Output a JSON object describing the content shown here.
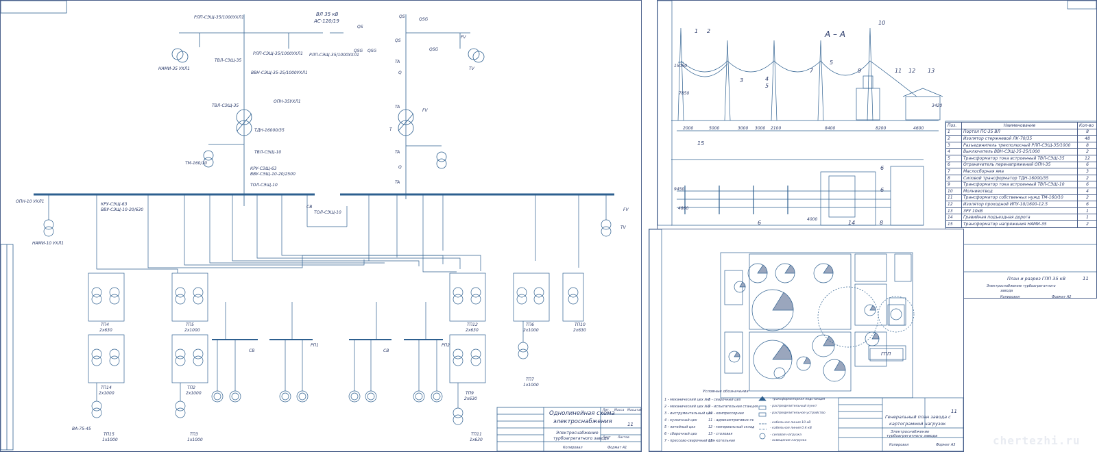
{
  "sheet1": {
    "title_top": "ВЛ 35 кВ",
    "title_sub": "АС-120/19",
    "labels": {
      "rlp_top": "РЛП-СЭЩ-35/1000УХЛ1",
      "rlp_mid": "РЛП-СЭЩ-35/1000УХЛ1",
      "rlp_right": "РЛП-СЭЩ-35/1000УХЛ1",
      "nami35": "НАМИ-35 УХЛ1",
      "tvl35": "ТВЛ-СЭЩ-35",
      "vvn": "ВВН-СЭЩ-35-25/1000УХЛ1",
      "tvl35b": "ТВЛ-СЭЩ-35",
      "opn35": "ОПН-35УХЛ1",
      "tdn": "ТДН-16000/35",
      "tvl10": "ТВЛ-СЭЩ-10",
      "tm160": "ТМ-160/10",
      "kru": "КРУ-СЭЩ-63",
      "vvu": "ВВУ-СЭЩ-10-20/2500",
      "tol10": "ТОЛ-СЭЩ-10",
      "opn10": "ОПН-10 УХЛ1",
      "nami10": "НАМИ-10 УХЛ1",
      "kru2": "КРУ-СЭЩ-63",
      "vvu2": "ВВУ-СЭЩ-10-20/630",
      "sv": "СВ",
      "tol10b": "ТОЛ-СЭЩ-10",
      "qs": "QS",
      "qsg": "QSG",
      "fv": "FV",
      "tv": "TV",
      "ta": "TA",
      "q": "Q",
      "t": "T"
    },
    "substations": [
      {
        "name": "ТП4",
        "rating": "2х630"
      },
      {
        "name": "ТП5",
        "rating": "2х1000"
      },
      {
        "name": "ТП6",
        "rating": "2х1000"
      },
      {
        "name": "ТП10",
        "rating": "2х630"
      },
      {
        "name": "ТП12",
        "rating": "2х630"
      },
      {
        "name": "ТП2",
        "rating": "2х1000"
      },
      {
        "name": "ТП14",
        "rating": "2х1000"
      },
      {
        "name": "ТП9",
        "rating": "2х630"
      },
      {
        "name": "ТП7",
        "rating": "1х1000"
      },
      {
        "name": "ТП3",
        "rating": "1х1000"
      },
      {
        "name": "ТП15",
        "rating": "1х1000"
      },
      {
        "name": "ТП11",
        "rating": "1х630"
      }
    ],
    "rp1": "РП1",
    "rp2": "РП2",
    "sv_rp": "СВ",
    "va": "ВА-75-45",
    "stamp": {
      "title1": "Однолинейная схема",
      "title2": "электроснабжения",
      "sub1": "Электроснабжение",
      "sub2": "турбоагрегатного завода",
      "sheet_no": "11",
      "lit": "Лит.",
      "mass": "Масса",
      "scale": "Масштаб",
      "list": "Лист",
      "listov": "Листов",
      "kopir": "Копировал",
      "format": "Формат A1"
    }
  },
  "sheet2": {
    "section_title": "А – А",
    "dims_h": [
      "2000",
      "5000",
      "3000",
      "3000",
      "2100",
      "8400",
      "8200",
      "4600"
    ],
    "dims_v": [
      "15050",
      "7850",
      "3420"
    ],
    "plan_dims": [
      "9450",
      "4860",
      "4000"
    ],
    "callouts": [
      "1",
      "2",
      "3",
      "4",
      "5",
      "5",
      "7",
      "9",
      "10",
      "11",
      "12",
      "13",
      "15",
      "6",
      "14",
      "8",
      "6",
      "6"
    ],
    "spec_header": [
      "Поз.",
      "Наименование",
      "Кол-во"
    ],
    "spec_rows": [
      [
        "1",
        "Портал ПС-35 ВЛ",
        "8"
      ],
      [
        "2",
        "Изолятор стержневой ЛК-70/35",
        "48"
      ],
      [
        "3",
        "Разъединитель трехполюсный РЛП-СЭЩ-35/1000",
        "8"
      ],
      [
        "4",
        "Выключатель ВВН-СЭЩ-35-25/1000",
        "2"
      ],
      [
        "5",
        "Трансформатор тока встроенный ТВЛ-СЭЩ-35",
        "12"
      ],
      [
        "6",
        "Ограничитель перенапряжений ОПН-35",
        "6"
      ],
      [
        "7",
        "Маслосборная яма",
        "3"
      ],
      [
        "8",
        "Силовой трансформатор ТДН-16000/35",
        "2"
      ],
      [
        "9",
        "Трансформатор тока встроенный ТВЛ-СЭЩ-10",
        "6"
      ],
      [
        "10",
        "Молниеотвод",
        "4"
      ],
      [
        "11",
        "Трансформатор собственных нужд ТМ-160/10",
        "2"
      ],
      [
        "12",
        "Изолятор проходной ИПУ-10/1600-12.5",
        "6"
      ],
      [
        "13",
        "ЗРУ 10кВ",
        "1"
      ],
      [
        "14",
        "Гравийная подъездная дорога",
        "1"
      ],
      [
        "15",
        "Трансформатор напряжения НАМИ-35",
        "2"
      ]
    ],
    "stamp": {
      "title": "План и разрез ГПП 35 кВ",
      "sub1": "Электроснабжение турбоагрегатного",
      "sub2": "завода",
      "sheet_no": "11",
      "kopir": "Копировал",
      "format": "Формат A2"
    }
  },
  "sheet3": {
    "legend_title": "Условные обозначения",
    "legend_left": [
      "1 - механический цех №1",
      "2 - механический цех №2",
      "3 - инструментальный цех",
      "4 - кузнечный цех",
      "5 - литейный цех",
      "6 - сборочный цех",
      "7 - прессово-сварочный цех"
    ],
    "legend_mid": [
      "8 - сварочный цех",
      "9 - испытательная станция",
      "10 - компрессорная",
      "11 - административно-технический корпус",
      "12 - материальный склад",
      "13 - столовая",
      "15 - котельная"
    ],
    "legend_right": [
      "- трансформаторная подстанция",
      "- распределительный пункт",
      "- распределительное устройство",
      "- кабельная линия 10 кВ",
      "- кабельная линия 0.4 кВ",
      "- силовая нагрузка",
      "- освещение нагрузка"
    ],
    "gpp": "ГПП",
    "stamp": {
      "title1": "Генеральный план завода с",
      "title2": "картограммой нагрузок",
      "sub1": "Электроснабжение",
      "sub2": "турбоагрегатного завода",
      "sheet_no": "11",
      "kopir": "Копировал",
      "format": "Формат A3"
    }
  },
  "watermark": "chertezhi.ru"
}
